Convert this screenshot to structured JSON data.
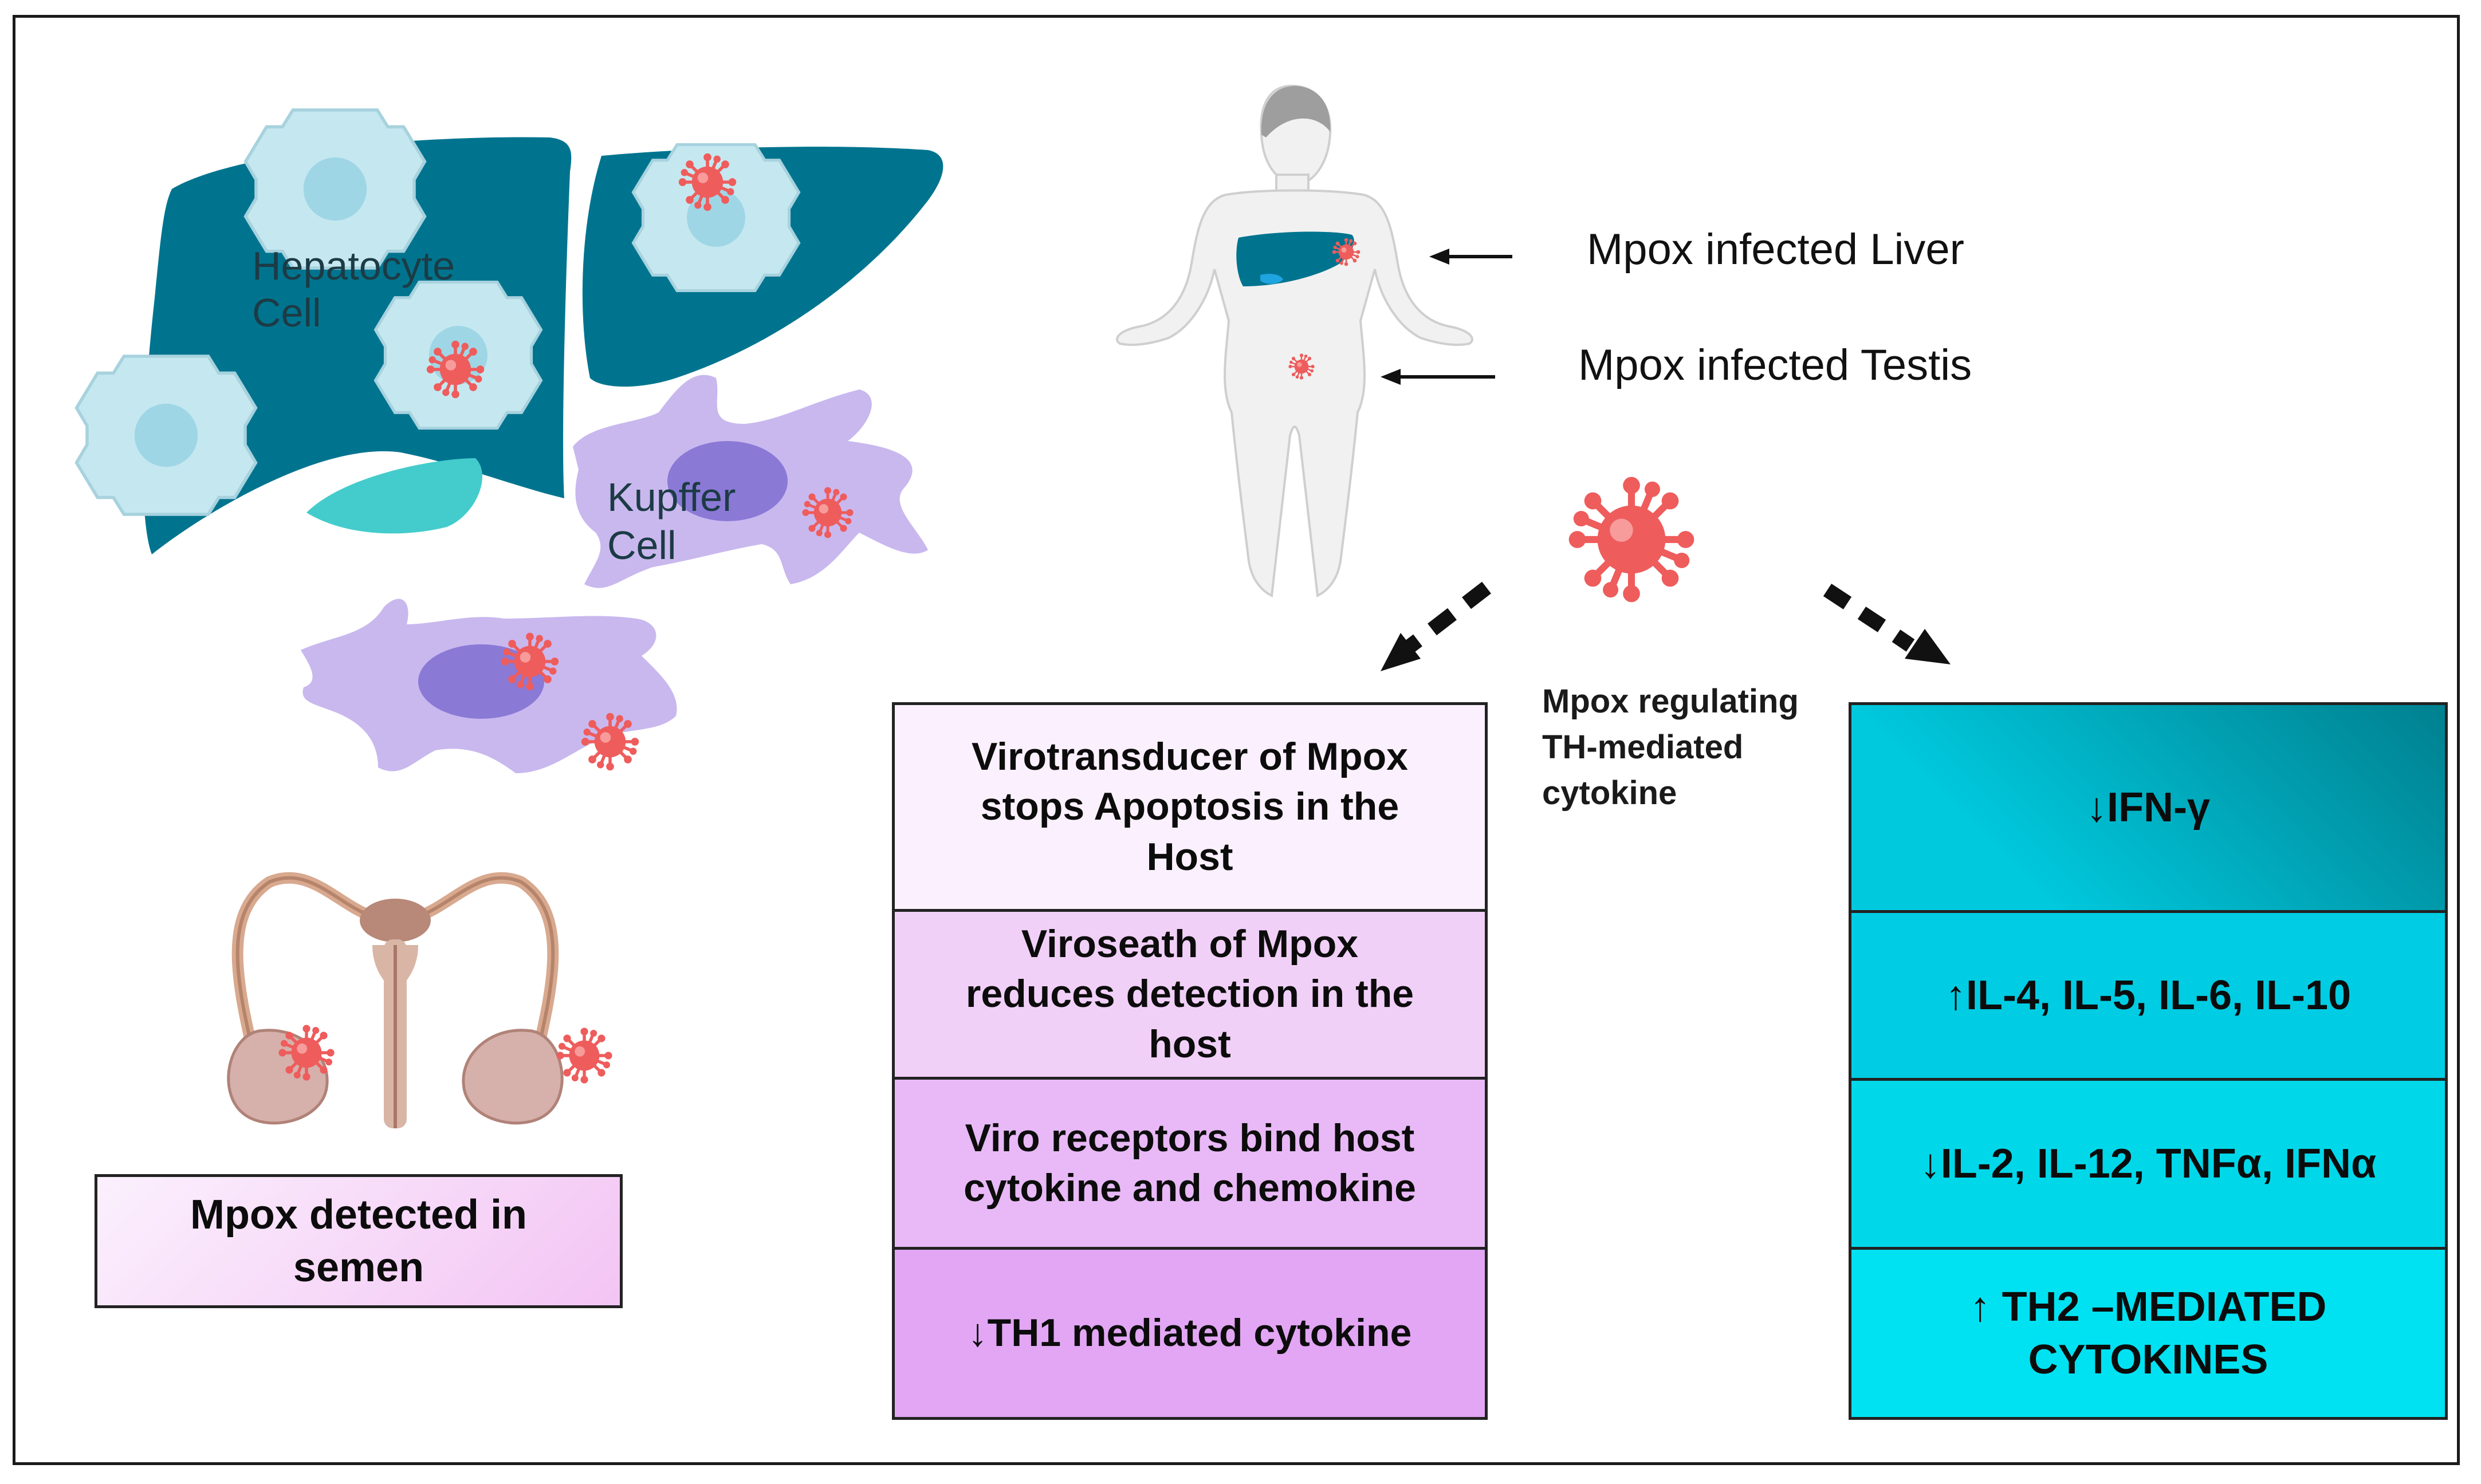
{
  "illustration": {
    "hepatocyte_label": "Hepatocyte\nCell",
    "kupffer_label": "Kupffer\nCell"
  },
  "body_callouts": {
    "liver": "Mpox infected Liver",
    "testis": "Mpox infected Testis"
  },
  "regulation_label": "Mpox regulating\nTH-mediated\ncytokine",
  "semen_box": "Mpox detected in\nsemen",
  "left_column": [
    "Virotransducer of Mpox\nstops Apoptosis in  the\nHost",
    "Viroseath of Mpox\nreduces detection in the\nhost",
    "Viro receptors bind host\ncytokine and chemokine",
    "↓TH1 mediated cytokine"
  ],
  "right_column": [
    "↓IFN-γ",
    "↑IL-4, IL-5, IL-6, IL-10",
    "↓IL-2, IL-12, TNFα, IFNα",
    "↑ TH2 –MEDIATED\nCYTOKINES"
  ],
  "colors": {
    "liver": "#00748f",
    "hepatocyte": "#c5e8f0",
    "gallbladder": "#44cccc",
    "kupffer": "#c9b8ee",
    "virus": "#ee5c5c",
    "left_boxes": [
      "#fbf0fd",
      "#f1d0f8",
      "#e8b9f6",
      "#e2a6f4"
    ],
    "right_boxes": [
      "#00b9cc",
      "#00cde3",
      "#00d8ea",
      "#00e2f2"
    ]
  }
}
